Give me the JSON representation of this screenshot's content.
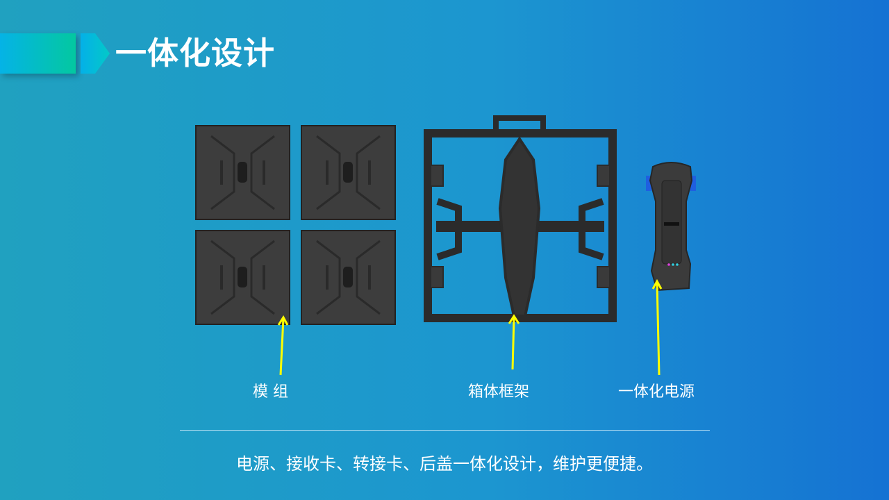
{
  "header": {
    "title": "一体化设计"
  },
  "labels": {
    "module": "模 组",
    "frame": "箱体框架",
    "power": "一体化电源"
  },
  "footer": {
    "text": "电源、接收卡、转接卡、后盖一体化设计，维护更便捷。"
  },
  "colors": {
    "arrow": "#ffff00",
    "accent": "#03c8a0"
  }
}
